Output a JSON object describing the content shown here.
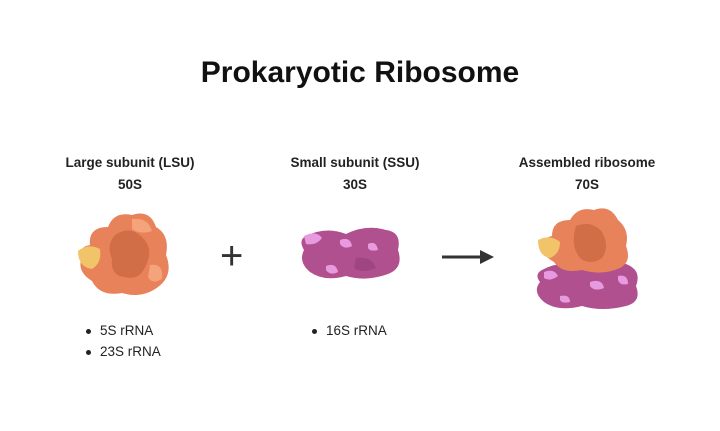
{
  "title": "Prokaryotic Ribosome",
  "columns": [
    {
      "name": "Large subunit (LSU)",
      "svedberg": "50S",
      "components": [
        "5S rRNA",
        "23S rRNA"
      ]
    },
    {
      "name": "Small subunit (SSU)",
      "svedberg": "30S",
      "components": [
        "16S rRNA"
      ]
    },
    {
      "name": "Assembled ribosome",
      "svedberg": "70S",
      "components": []
    }
  ],
  "operators": {
    "plus": "+",
    "arrow": "→"
  },
  "colors": {
    "lsu": "#e8825a",
    "lsu_dark": "#c8643f",
    "lsu_light": "#f4a37a",
    "lsu_yellow": "#f2c46a",
    "ssu": "#b0508f",
    "ssu_light": "#e89ae0",
    "ssu_dark": "#94407a",
    "text": "#222222"
  }
}
